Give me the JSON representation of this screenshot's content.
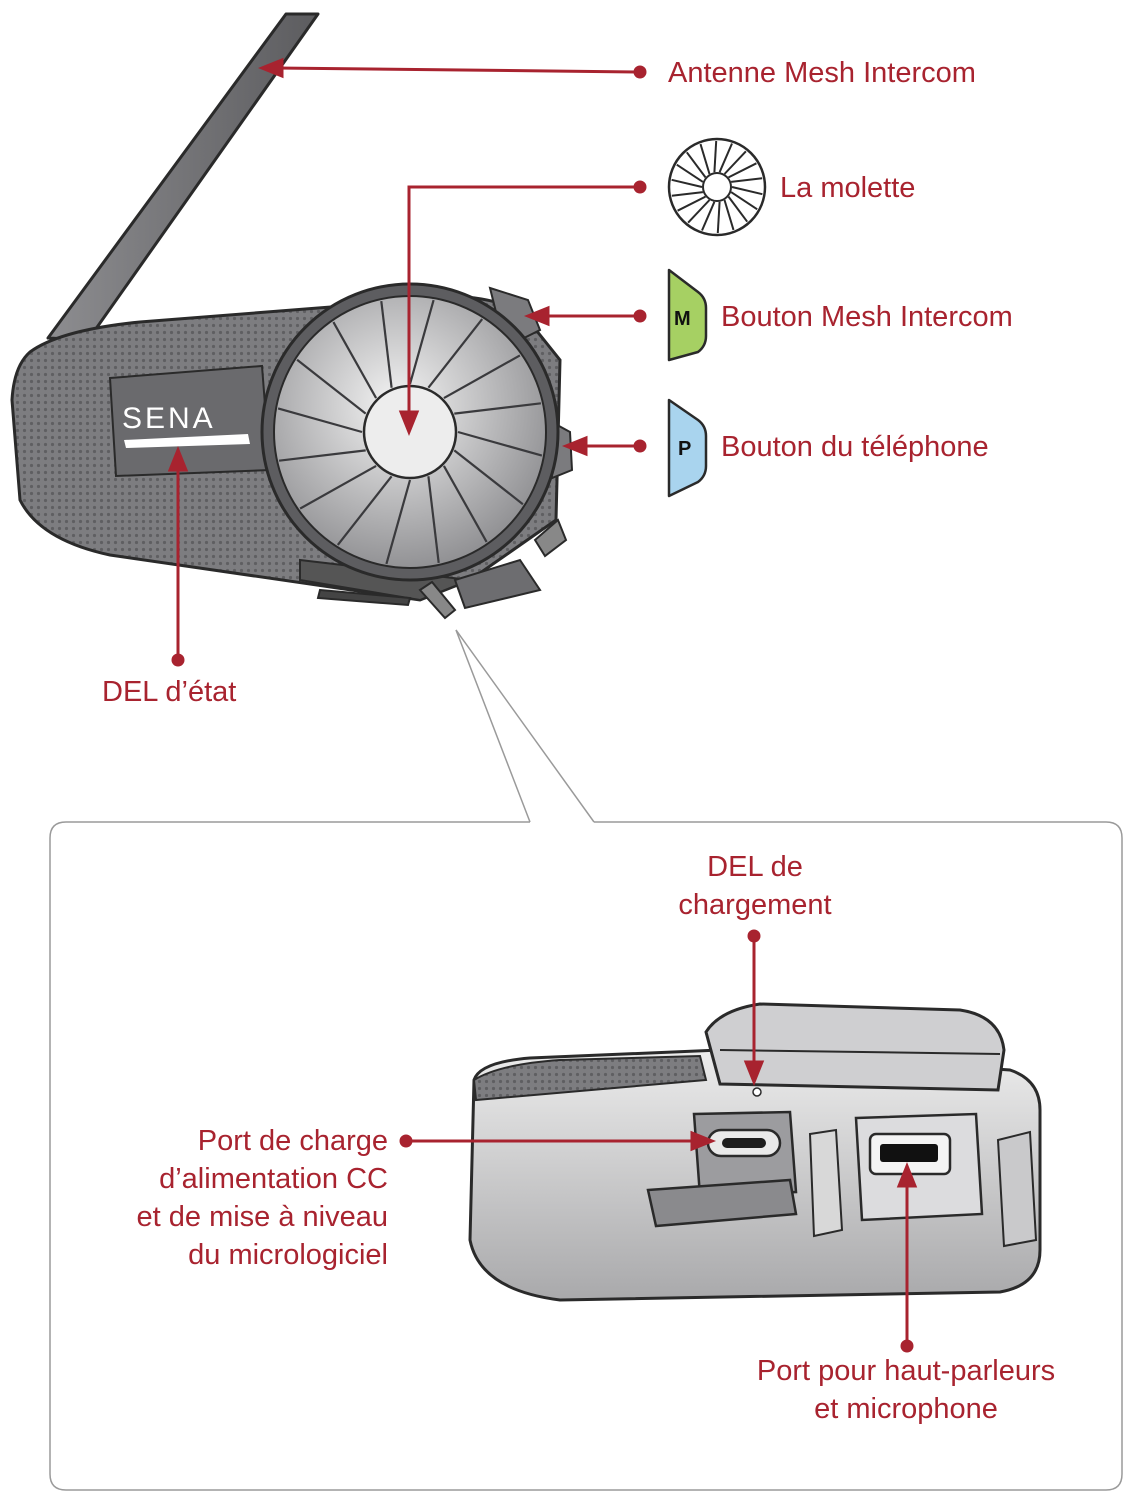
{
  "brand": {
    "logo_text": "SENA"
  },
  "colors": {
    "accent": "#a8232f",
    "m_badge": "#a6d063",
    "p_badge": "#a9d4ee"
  },
  "icons": {
    "m_badge_icon": "M",
    "p_badge_icon": "P",
    "jog_dial_icon": "wheel-icon"
  },
  "labels": {
    "antenna": "Antenne Mesh Intercom",
    "jog_dial": "La molette",
    "mesh_button": "Bouton Mesh Intercom",
    "phone_button": "Bouton du téléphone",
    "status_led": "DEL d’état",
    "charging_led": [
      "DEL de",
      "chargement"
    ],
    "dc_port": [
      "Port de charge",
      "d’alimentation CC",
      "et de mise à niveau",
      "du micrologiciel"
    ],
    "speaker_port": [
      "Port pour haut-parleurs",
      "et microphone"
    ]
  }
}
